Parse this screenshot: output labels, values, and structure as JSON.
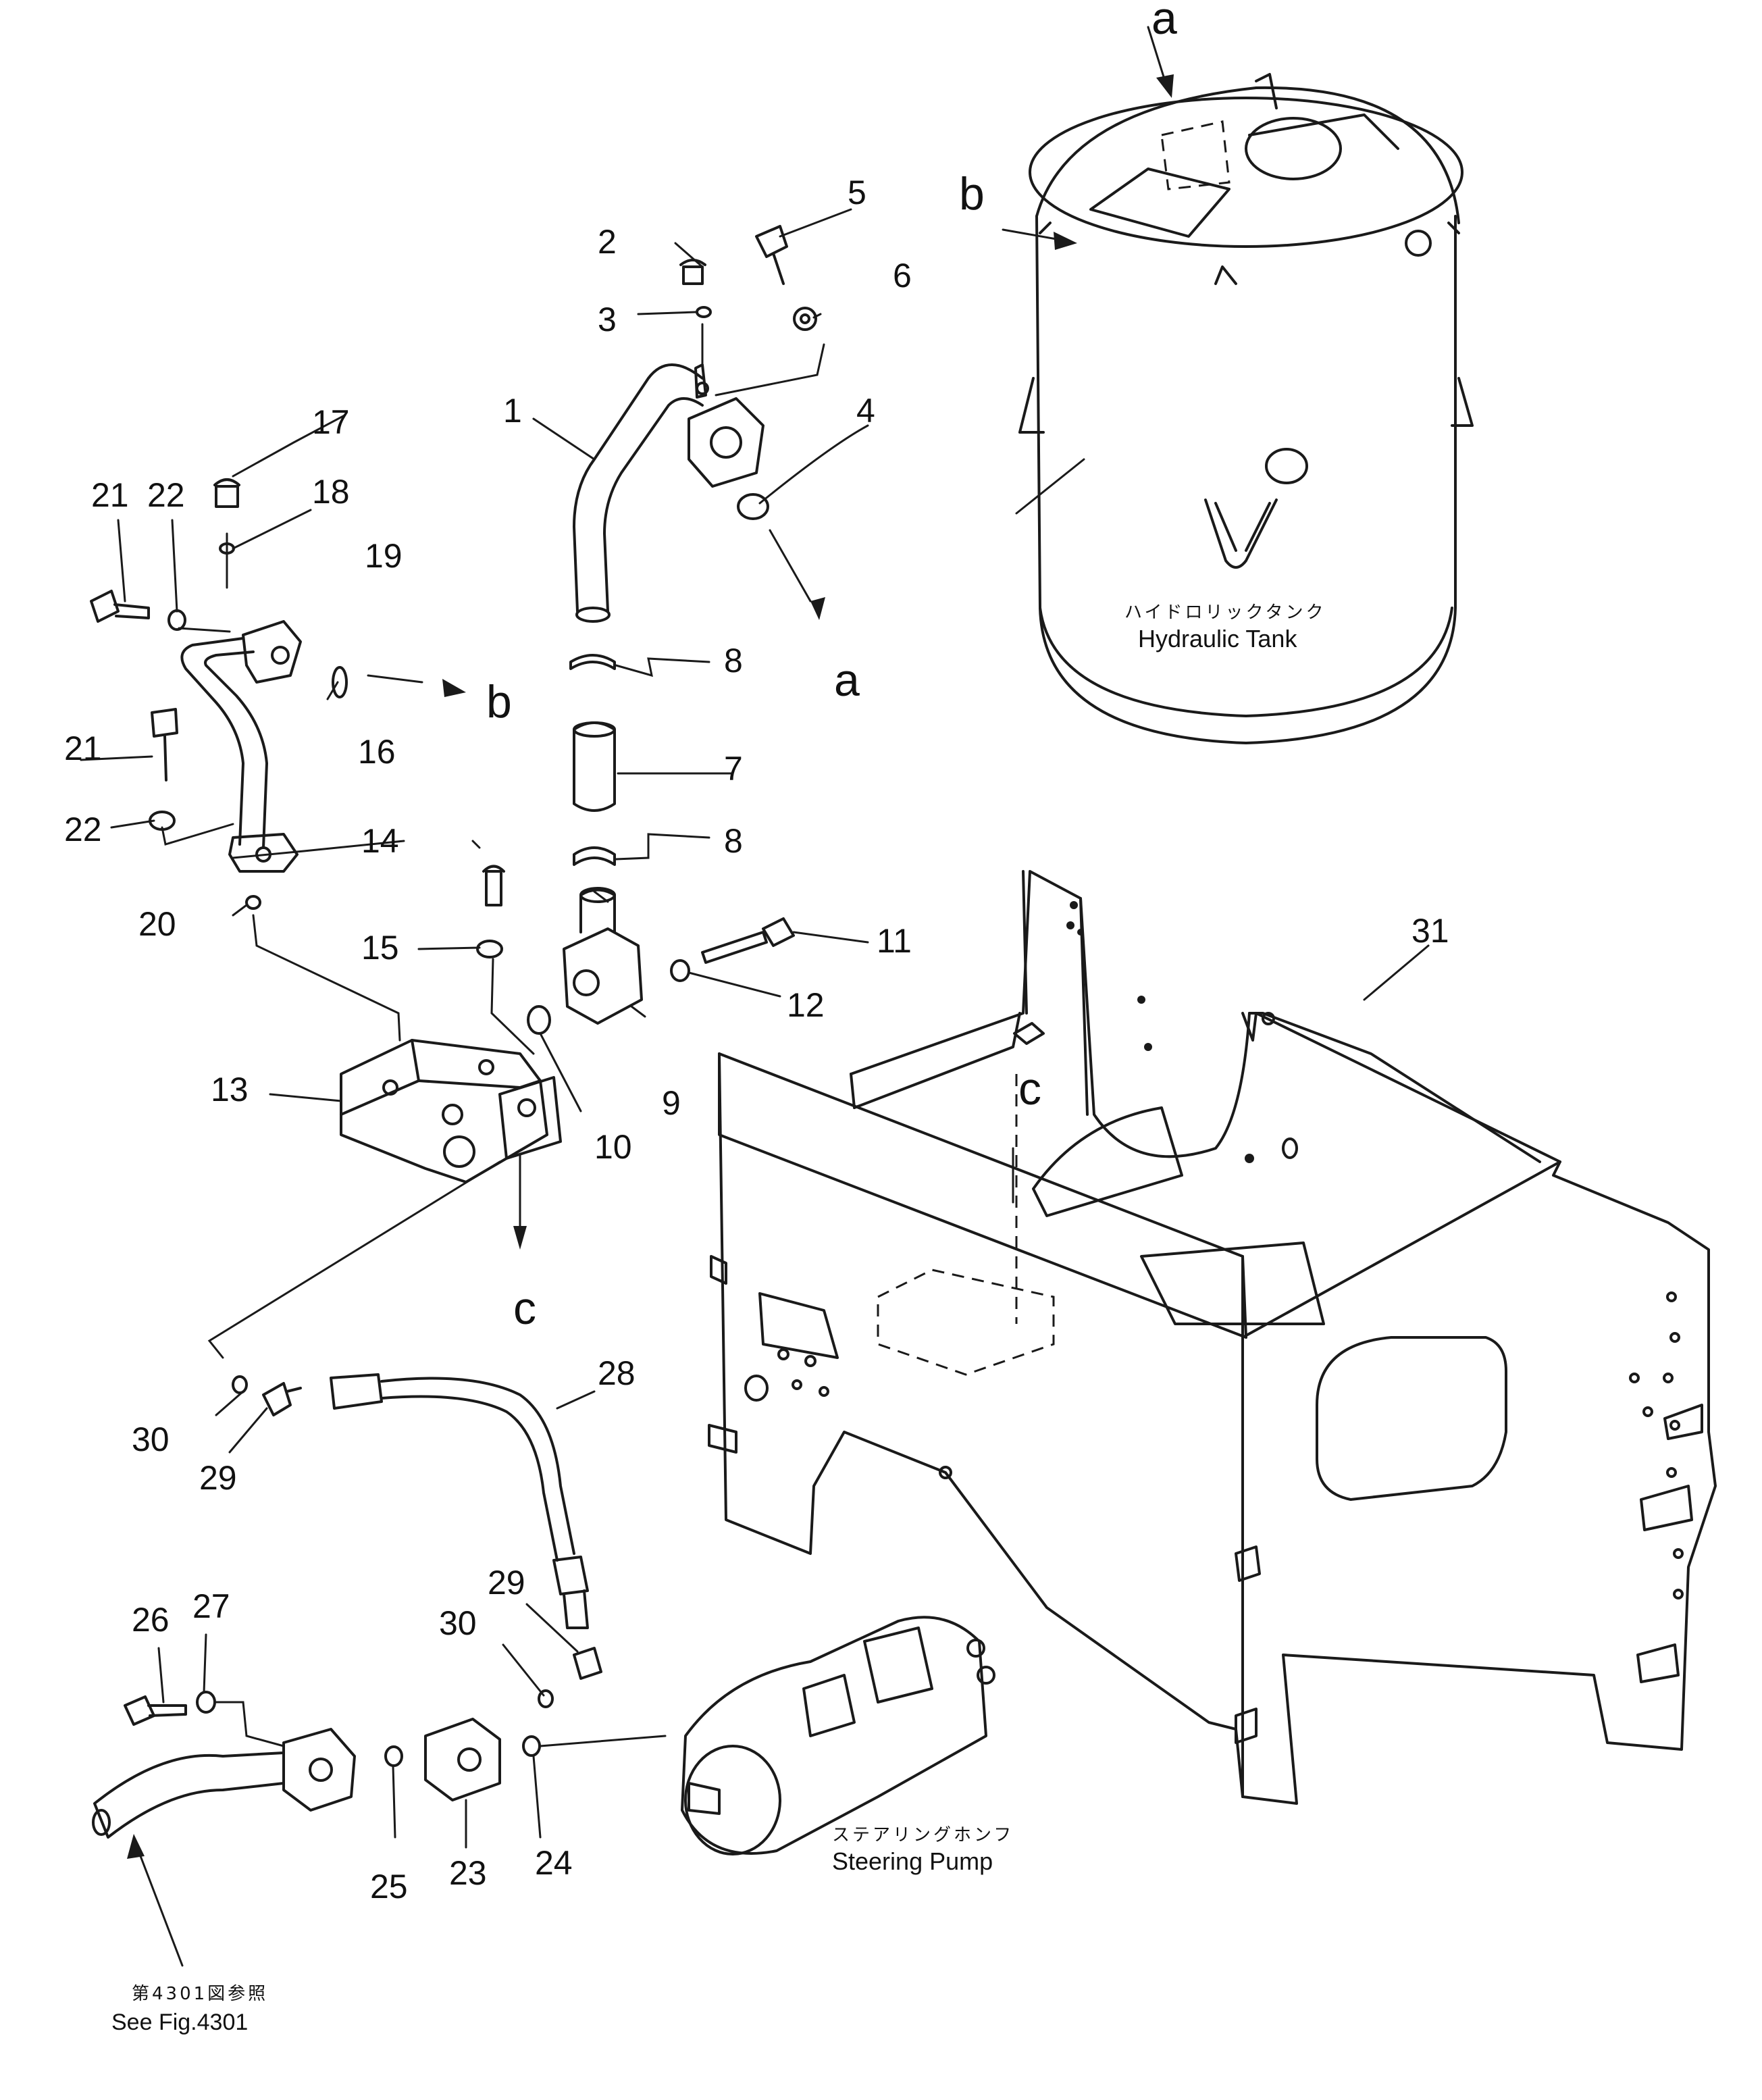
{
  "diagram": {
    "part_numbers": [
      "1",
      "2",
      "3",
      "4",
      "5",
      "6",
      "7",
      "8",
      "8",
      "9",
      "10",
      "11",
      "12",
      "13",
      "14",
      "15",
      "16",
      "17",
      "18",
      "19",
      "20",
      "21",
      "21",
      "22",
      "22",
      "23",
      "24",
      "25",
      "26",
      "27",
      "28",
      "29",
      "29",
      "30",
      "30",
      "31"
    ],
    "ref_letters": [
      "a",
      "a",
      "b",
      "b",
      "c",
      "c"
    ],
    "hydraulic_tank": {
      "label_jp": "ハイドロリックタンク",
      "label_en": "Hydraulic Tank"
    },
    "steering_pump": {
      "label_jp": "ステアリングホンフ",
      "label_en": "Steering Pump"
    },
    "see_figure": {
      "label_jp": "第4301図参照",
      "label_en": "See Fig.4301"
    }
  }
}
